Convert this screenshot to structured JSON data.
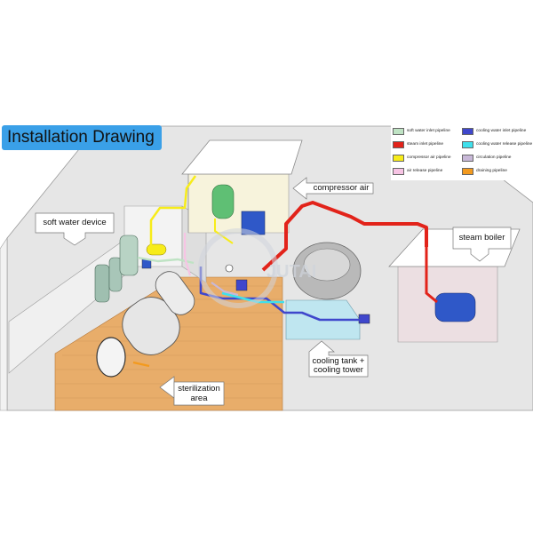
{
  "title": "Installation Drawing",
  "legend": [
    {
      "label": "soft water inlet pipeline",
      "color": "#bfe3c4"
    },
    {
      "label": "steam inlet pipeline",
      "color": "#e2231a"
    },
    {
      "label": "compressor air pipeline",
      "color": "#f7ec1a"
    },
    {
      "label": "air release pipeline",
      "color": "#f7c4e4"
    },
    {
      "label": "cooling water inlet pipeline",
      "color": "#3f47cc"
    },
    {
      "label": "cooling water release pipeline",
      "color": "#3fe0ec"
    },
    {
      "label": "circulation pipeline",
      "color": "#c8b8d8"
    },
    {
      "label": "draining pipeline",
      "color": "#f39a1e"
    }
  ],
  "callouts": {
    "compressor_air": "compressor air",
    "soft_water_device": "soft water device",
    "steam_boiler": "steam boiler",
    "cooling_tank_line1": "cooling tank +",
    "cooling_tank_line2": "cooling tower",
    "sterilization_line1": "sterilization",
    "sterilization_line2": "area"
  },
  "watermark": "JUTAI",
  "colors": {
    "title_bg": "#3aa0e8",
    "floor_wood": "#e8ad6a",
    "room_floor": "#e5e5e5",
    "steam": "#e2231a",
    "compressor_air": "#f7ec1a",
    "cooling_inlet": "#3f47cc",
    "cooling_release": "#3fe0ec"
  }
}
